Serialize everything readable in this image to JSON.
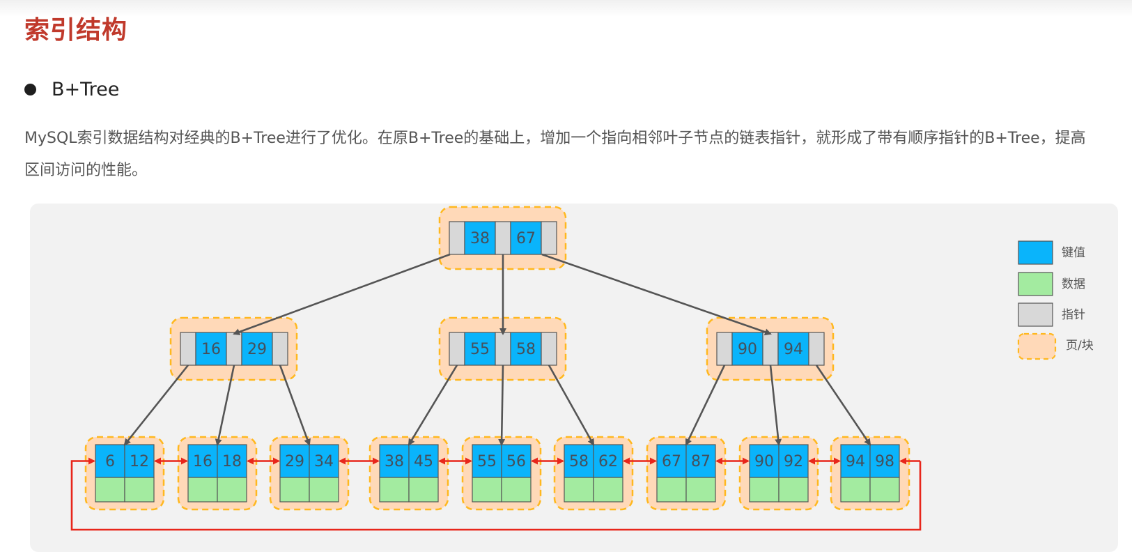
{
  "page": {
    "title": "索引结构",
    "bullet": "B+Tree",
    "paragraph": "MySQL索引数据结构对经典的B+Tree进行了优化。在原B+Tree的基础上，增加一个指向相邻叶子节点的链表指针，就形成了带有顺序指针的B+Tree，提高区间访问的性能。"
  },
  "colors": {
    "title": "#c0392b",
    "key": "#0ab4fb",
    "data": "#a3eba0",
    "pointer": "#d8d8d8",
    "page_fill": "#ffd9b8",
    "page_border": "#ffb81f",
    "tree_arrow": "#555555",
    "leaf_link": "#e8261b",
    "panel_bg": "#f2f2f2"
  },
  "diagram": {
    "root": {
      "keys": [
        "38",
        "67"
      ]
    },
    "internal": [
      {
        "keys": [
          "16",
          "29"
        ]
      },
      {
        "keys": [
          "55",
          "58"
        ]
      },
      {
        "keys": [
          "90",
          "94"
        ]
      }
    ],
    "leaves": [
      {
        "keys": [
          "6",
          "12"
        ]
      },
      {
        "keys": [
          "16",
          "18"
        ]
      },
      {
        "keys": [
          "29",
          "34"
        ]
      },
      {
        "keys": [
          "38",
          "45"
        ]
      },
      {
        "keys": [
          "55",
          "56"
        ]
      },
      {
        "keys": [
          "58",
          "62"
        ]
      },
      {
        "keys": [
          "67",
          "87"
        ]
      },
      {
        "keys": [
          "90",
          "92"
        ]
      },
      {
        "keys": [
          "94",
          "98"
        ]
      }
    ],
    "legend": [
      {
        "type": "key",
        "label": "键值"
      },
      {
        "type": "data",
        "label": "数据"
      },
      {
        "type": "pointer",
        "label": "指针"
      },
      {
        "type": "page",
        "label": "页/块"
      }
    ]
  }
}
